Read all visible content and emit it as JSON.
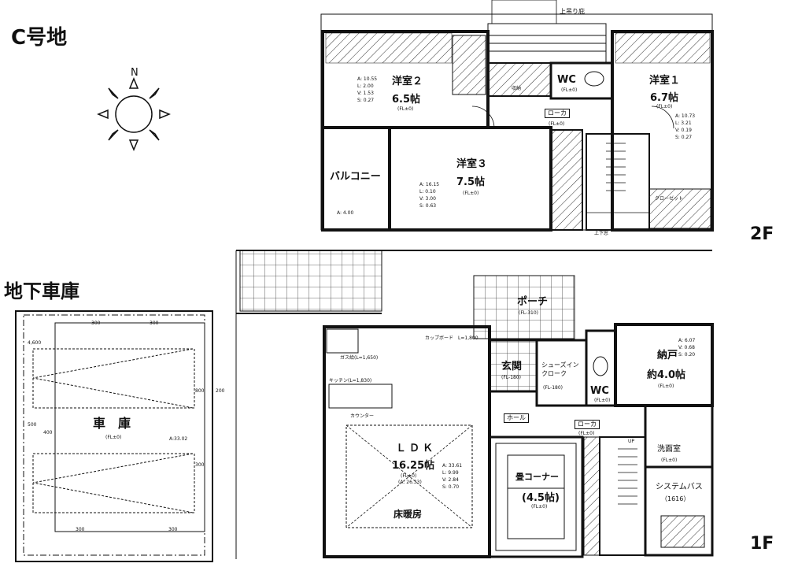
{
  "title": "C号地",
  "compass": {
    "label": "N",
    "icon": "sun-compass-icon"
  },
  "floors": {
    "second": "2F",
    "first": "1F"
  },
  "garage": {
    "title": "地下車庫",
    "room": "車　庫",
    "fl": "(FL±0)",
    "area": "A:33.02",
    "dims": [
      "300",
      "300",
      "4,600",
      "500",
      "400",
      "800",
      "200",
      "300",
      "300",
      "300"
    ]
  },
  "second_floor": {
    "top_label": "上吊り庇",
    "rooms": [
      {
        "name": "洋室２",
        "size": "6.5帖",
        "fl": "(FL±0)",
        "stats": [
          "A: 10.55",
          "L: 2.00",
          "V: 1.53",
          "S: 0.27"
        ]
      },
      {
        "name": "WC",
        "fl": "(FL±0)"
      },
      {
        "name": "洋室１",
        "size": "6.7帖",
        "fl": "(FL±0)",
        "stats": [
          "A: 10.73",
          "L: 3.21",
          "V: 0.19",
          "S: 0.27"
        ]
      },
      {
        "name": "洋室３",
        "size": "7.5帖",
        "fl": "(FL±0)",
        "stats": [
          "A: 16.15",
          "L: 0.10",
          "V: 3.00",
          "S: 0.63"
        ]
      },
      {
        "name": "バルコニー",
        "stats": [
          "A: 4.00"
        ]
      }
    ],
    "notes": [
      "ローカ",
      "(FL±0)",
      "クローゼット",
      "収納",
      "上下窓"
    ]
  },
  "first_floor": {
    "rooms": [
      {
        "name": "ポーチ",
        "fl": "(FL-310)"
      },
      {
        "name": "玄関",
        "fl": "(FL-180)"
      },
      {
        "name": "シューズイン",
        "name2": "クローク",
        "fl": "(FL-180)"
      },
      {
        "name": "WC",
        "fl": "(FL±0)"
      },
      {
        "name": "納戸",
        "size": "約4.0帖",
        "fl": "(FL±0)",
        "stats": [
          "A: 6.07",
          "V: 0.68",
          "S: 0.20"
        ]
      },
      {
        "name": "ＬＤＫ",
        "size": "16.25帖",
        "fl": "(FL±0)",
        "extra": "(A: 26.33)",
        "stats": [
          "A: 33.61",
          "L: 9.99",
          "V: 2.84",
          "S: 0.70"
        ]
      },
      {
        "name": "畳コーナー",
        "size": "(4.5帖)",
        "fl": "(FL±0)"
      },
      {
        "name": "洗面室",
        "fl": "(FL±0)"
      },
      {
        "name": "システムバス",
        "size": "（1616）"
      }
    ],
    "notes": [
      "カップボード　L=1,800",
      "ガス給(L=1,650)",
      "キッチン(L=1,830)",
      "カウンター",
      "床暖房",
      "ホール",
      "ローカ",
      "(FL±0)",
      "UP"
    ]
  }
}
